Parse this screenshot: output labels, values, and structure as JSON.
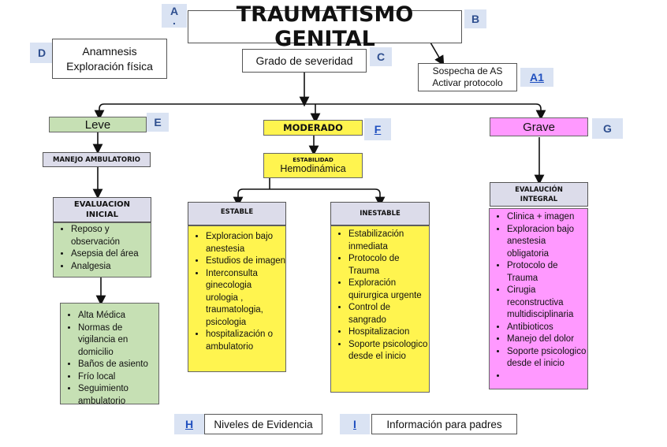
{
  "title": "TRAUMATISMO GENITAL",
  "tags": {
    "a": "A",
    "a_dot": ".",
    "b": "B",
    "c": "C",
    "d": "D",
    "a1": "A1",
    "e": "E",
    "f": "F",
    "g": "G",
    "h": "H",
    "i": "I"
  },
  "anamnesis": {
    "line1": "Anamnesis",
    "line2": "Exploración física"
  },
  "severity": "Grado de severidad",
  "suspicion": {
    "line1": "Sospecha de AS",
    "line2": "Activar protocolo"
  },
  "leve": {
    "label": "Leve",
    "manejo": "MANEJO AMBULATORIO",
    "evaluacion": "EVALUACION INICIAL",
    "initial_items": [
      "Reposo y observación",
      "Asepsia del área",
      "Analgesia"
    ],
    "followup_items": [
      "Alta Médica",
      "Normas de vigilancia en domicilio",
      "Baños de asiento",
      "Frío local",
      "Seguimiento ambulatorio"
    ]
  },
  "moderado": {
    "label": "MODERADO",
    "estabilidad_title": "ESTABILIDAD",
    "estabilidad_sub": "Hemodinámica",
    "estable": {
      "label": "ESTABLE",
      "items": [
        "Exploracion bajo anestesia",
        "Estudios de imagen",
        "Interconsulta ginecologia urologia , traumatologia, psicologia",
        "hospitalización o ambulatorio"
      ]
    },
    "inestable": {
      "label": "INESTABLE",
      "items": [
        "Estabilización inmediata",
        "Protocolo de Trauma",
        "Exploración quirurgica urgente",
        "Control de sangrado",
        "Hospitalizacion",
        "Soporte psicologico desde el inicio"
      ]
    }
  },
  "grave": {
    "label": "Grave",
    "evaluacion": "EVALAUCIÓN INTEGRAL",
    "items": [
      "Clinica + imagen",
      "Exploracion bajo anestesia obligatoria",
      "Protocolo de Trauma",
      "Cirugia reconstructiva multidisciplinaria",
      "Antibioticos",
      "Manejo del dolor",
      "Soporte psicologico desde el inicio",
      ""
    ]
  },
  "footer": {
    "evidence": "Niveles de Evidencia",
    "parents": "Información para padres"
  },
  "colors": {
    "leve": "#c6e0b4",
    "moderado": "#fff44f",
    "grave": "#ff99ff",
    "header": "#dcdcea",
    "tag_bg": "#dae3f3"
  }
}
